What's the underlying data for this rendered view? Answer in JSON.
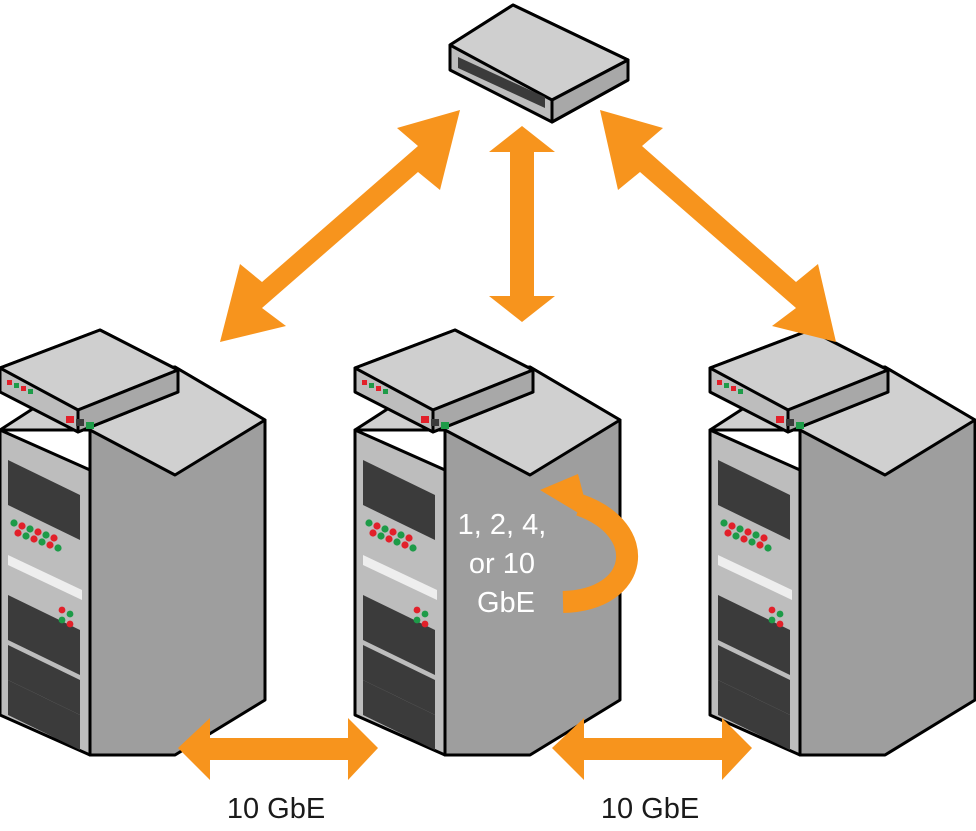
{
  "diagram": {
    "link_labels": {
      "left_link": "10 GbE",
      "right_link": "10 GbE"
    },
    "loopback_label": [
      "1, 2, 4,",
      "or 10",
      "GbE"
    ],
    "colors": {
      "arrow": "#f7941d",
      "case_front": "#bdbdbd",
      "case_side": "#9e9e9e",
      "case_top": "#d0d0d0",
      "outline": "#000000",
      "led_red": "#e2202a",
      "led_green": "#1d9b48"
    },
    "icons": [
      "network-switch-icon",
      "server-tower-icon",
      "server-tower-icon",
      "server-tower-icon"
    ]
  }
}
